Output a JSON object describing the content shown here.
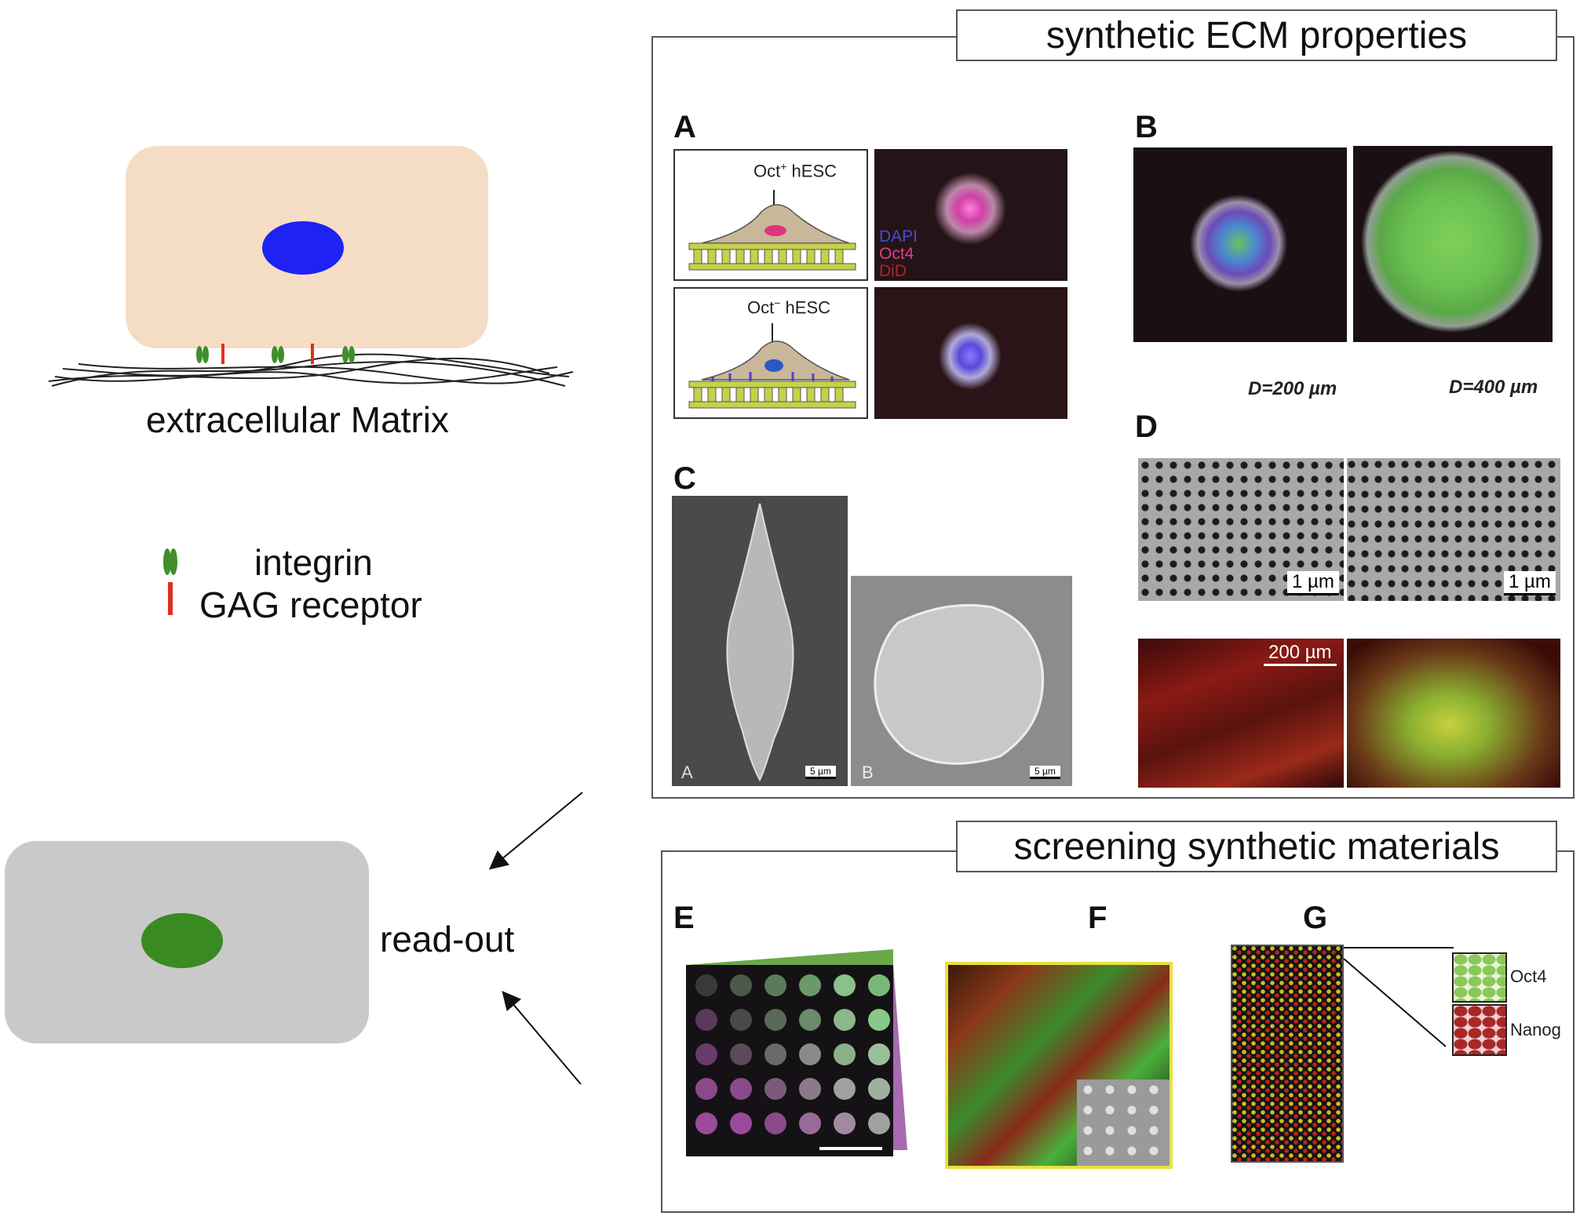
{
  "left": {
    "ecm_label": "extracellular Matrix",
    "legend_integrin": "integrin",
    "legend_gag": "GAG receptor",
    "readout_label": "read-out"
  },
  "top_box": {
    "title": "synthetic ECM properties",
    "panel_A": {
      "label": "A",
      "top_cell_label": "Oct",
      "top_cell_sup": "+",
      "top_cell_suffix": " hESC",
      "bottom_cell_label": "Oct",
      "bottom_cell_sup": "−",
      "bottom_cell_suffix": " hESC",
      "stain_dapi": "DAPI",
      "stain_oct4": "Oct4",
      "stain_did": "DiD"
    },
    "panel_B": {
      "label": "B",
      "d1": "D=200 µm",
      "d2": "D=400 µm"
    },
    "panel_C": {
      "label": "C",
      "sub_a": "A",
      "sub_b": "B",
      "scale_a": "5 µm",
      "scale_b": "5 µm"
    },
    "panel_D": {
      "label": "D",
      "scale_1": "1 µm",
      "scale_2": "1 µm",
      "scale_3": "200 µm"
    }
  },
  "bottom_box": {
    "title": "screening synthetic materials",
    "panel_E": {
      "label": "E"
    },
    "panel_F": {
      "label": "F"
    },
    "panel_G": {
      "label": "G",
      "oct4": "Oct4",
      "nanog": "Nanog"
    }
  },
  "colors": {
    "cell_body": "#f5dcc4",
    "nucleus_blue": "#1e22f5",
    "readout_cell": "#c9c9c9",
    "nucleus_green": "#3a8a22",
    "integrin_green": "#3f8f2a",
    "gag_red": "#e0301e"
  }
}
